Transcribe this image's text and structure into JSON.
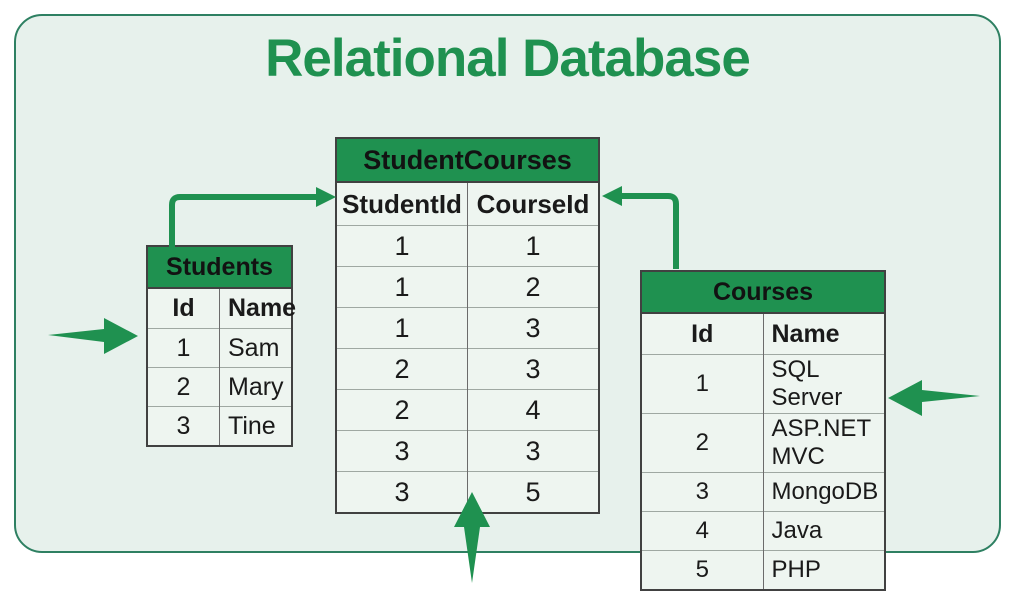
{
  "title": "Relational Database",
  "colors": {
    "accent_green": "#1f9150",
    "panel_background": "#e7f1ec",
    "panel_border": "#2e8062",
    "cell_background": "#eef5f0",
    "table_border": "#414141",
    "text": "#1a1a1a"
  },
  "icons": {
    "students_link": "elbow-arrow-right",
    "courses_link": "elbow-arrow-left",
    "students_pointer": "block-arrow-right",
    "courses_pointer": "block-arrow-left",
    "studentcourses_pointer": "block-arrow-up"
  },
  "tables": {
    "students": {
      "title": "Students",
      "columns": [
        "Id",
        "Name"
      ],
      "rows": [
        [
          "1",
          "Sam"
        ],
        [
          "2",
          "Mary"
        ],
        [
          "3",
          "Tine"
        ]
      ]
    },
    "student_courses": {
      "title": "StudentCourses",
      "columns": [
        "StudentId",
        "CourseId"
      ],
      "rows": [
        [
          "1",
          "1"
        ],
        [
          "1",
          "2"
        ],
        [
          "1",
          "3"
        ],
        [
          "2",
          "3"
        ],
        [
          "2",
          "4"
        ],
        [
          "3",
          "3"
        ],
        [
          "3",
          "5"
        ]
      ]
    },
    "courses": {
      "title": "Courses",
      "columns": [
        "Id",
        "Name"
      ],
      "rows": [
        [
          "1",
          "SQL Server"
        ],
        [
          "2",
          "ASP.NET MVC"
        ],
        [
          "3",
          "MongoDB"
        ],
        [
          "4",
          "Java"
        ],
        [
          "5",
          "PHP"
        ]
      ]
    }
  }
}
